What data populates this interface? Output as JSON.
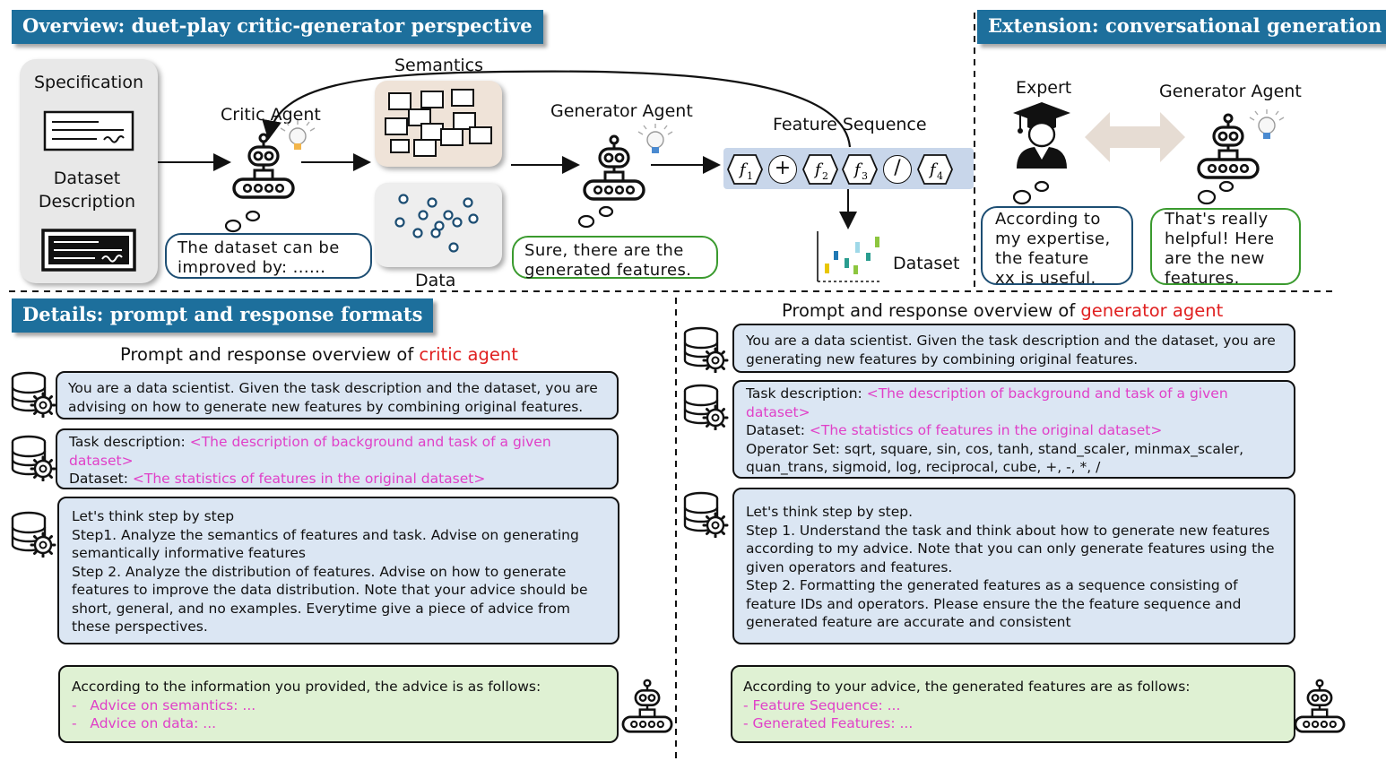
{
  "overview": {
    "title": "Overview: duet-play critic-generator perspective",
    "specification_label": "Specification",
    "dataset_description_label": "Dataset\nDescription",
    "critic_agent_label": "Critic Agent",
    "semantics_label": "Semantics",
    "data_label": "Data",
    "generator_agent_label": "Generator Agent",
    "feature_sequence_label": "Feature Sequence",
    "dataset_label": "Dataset",
    "critic_bubble": "The dataset can be\nimproved by: ......",
    "generator_bubble": "Sure, there are the\ngenerated features.",
    "sequence": [
      {
        "kind": "feature",
        "text": "f",
        "sub": "1"
      },
      {
        "kind": "op",
        "text": "+"
      },
      {
        "kind": "feature",
        "text": "f",
        "sub": "2"
      },
      {
        "kind": "feature",
        "text": "f",
        "sub": "3"
      },
      {
        "kind": "op",
        "text": "/"
      },
      {
        "kind": "feature",
        "text": "f",
        "sub": "4"
      }
    ]
  },
  "extension": {
    "title": "Extension: conversational generation",
    "expert_label": "Expert",
    "generator_agent_label": "Generator Agent",
    "expert_bubble": "According to\nmy expertise,\nthe feature\nxx is useful.",
    "generator_bubble": "That's really\nhelpful! Here\nare the new\nfeatures."
  },
  "details": {
    "title": "Details: prompt and response formats",
    "critic": {
      "heading_prefix": "Prompt and response overview of ",
      "heading_highlight": "critic agent",
      "system_prompt": "You are a data scientist. Given the task description and the dataset, you are advising on how to generate new features by combining original features.",
      "task_label": "Task description: ",
      "task_value": "<The description of background and task of a given dataset>",
      "dataset_label": "Dataset: ",
      "dataset_value": "<The statistics of features in the original dataset>",
      "reasoning": "Let's think step by step\nStep1. Analyze the semantics of features and task. Advise on generating semantically informative features\nStep 2. Analyze the distribution of features. Advise on how to generate features to improve the data distribution. Note that your advice should be short, general, and no examples. Everytime give a piece of advice from these perspectives.",
      "response_intro": "According to the information you provided, the advice is as follows:",
      "response_items": [
        "-   Advice on semantics: ...",
        "-   Advice on data: ..."
      ]
    },
    "generator": {
      "heading_prefix": "Prompt and response overview of ",
      "heading_highlight": "generator agent",
      "system_prompt": "You are a data scientist. Given the task description and the dataset, you are generating new features by combining original features.",
      "task_label": "Task description: ",
      "task_value": "<The description of background and task of a given dataset>",
      "dataset_label": "Dataset: ",
      "dataset_value": "<The statistics of features in the original dataset>",
      "operator_set": "Operator Set: sqrt, square, sin, cos, tanh, stand_scaler, minmax_scaler, quan_trans, sigmoid, log, reciprocal, cube, +, -, *, /",
      "reasoning": "Let's think step by step.\nStep 1. Understand the task and think about how to generate new features according to my advice. Note that you can only generate features using the given operators and features.\nStep 2. Formatting the generated features as a sequence consisting of feature IDs and operators. Please ensure the the feature sequence and generated feature are accurate and consistent",
      "response_intro": "According to your advice, the generated features are as follows:",
      "response_items": [
        "- Feature Sequence: ...",
        "- Generated Features: ..."
      ]
    }
  },
  "colors": {
    "banner": "#1d6f9c",
    "highlight_red": "#e02020",
    "placeholder_pink": "#e040c8",
    "prompt_blue": "#dbe6f3",
    "response_green": "#dff1d3",
    "bubble_blue_border": "#1d4e73",
    "bubble_green_border": "#3a9a2e"
  },
  "icons": [
    "robot-icon",
    "lightbulb-icon",
    "database-gear-icon",
    "graduation-expert-icon",
    "double-arrow-icon",
    "document-icon",
    "scatter-plot-icon"
  ]
}
